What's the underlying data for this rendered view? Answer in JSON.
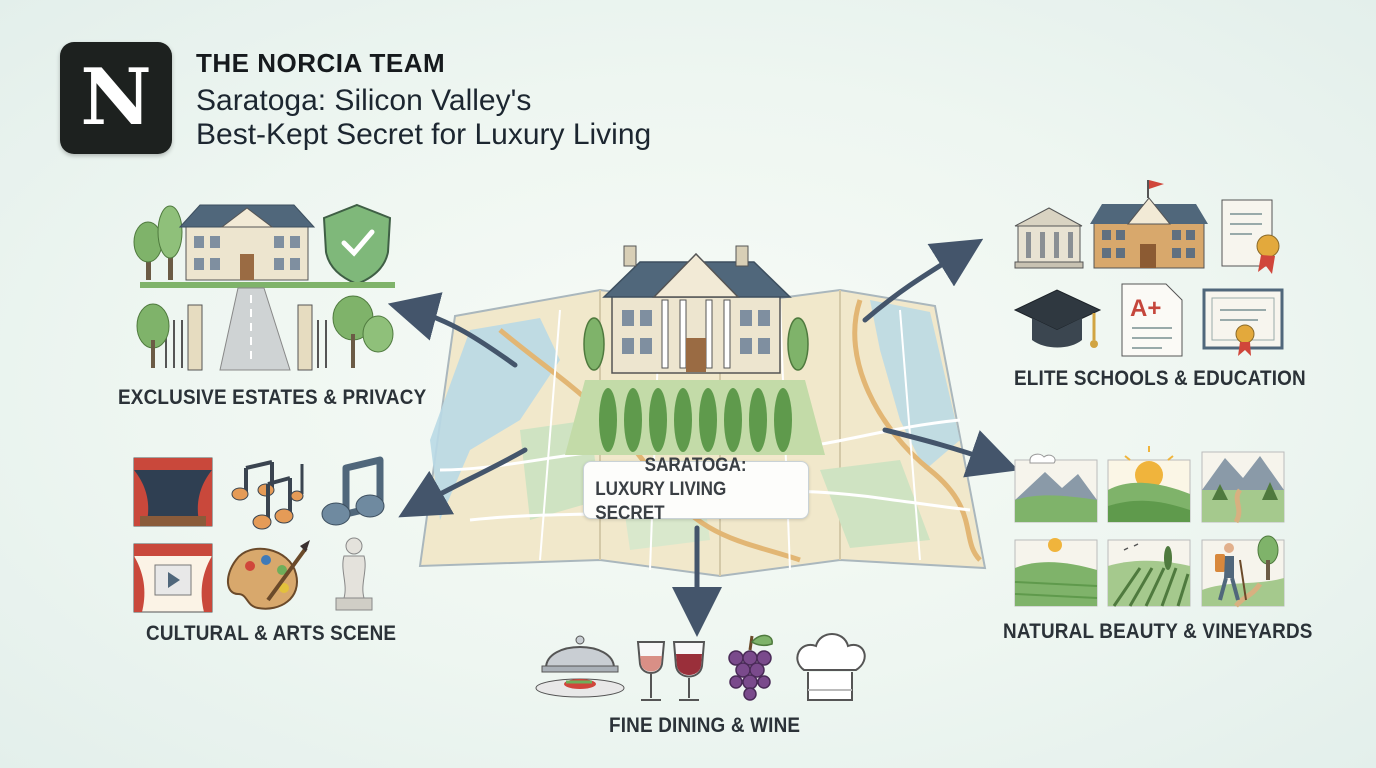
{
  "header": {
    "logo_letter": "N",
    "brand": "THE NORCIA TEAM",
    "title_line1": "Saratoga: Silicon Valley's",
    "title_line2": "Best-Kept Secret for Luxury Living"
  },
  "center": {
    "line1": "SARATOGA:",
    "line2": "LUXURY LIVING SECRET"
  },
  "categories": {
    "estates": "EXCLUSIVE ESTATES & PRIVACY",
    "schools": "ELITE SCHOOLS & EDUCATION",
    "culture": "CULTURAL & ARTS SCENE",
    "nature": "NATURAL BEAUTY & VINEYARDS",
    "dining": "FINE DINING & WINE"
  },
  "icons": {
    "school_badge": "A+"
  },
  "colors": {
    "map_land": "#f0e6c8",
    "map_water": "#b7d8e6",
    "map_park": "#cfe3c2",
    "arrow_fill": "#44556b",
    "tree_green": "#7fb36a",
    "building_cream": "#ece4cf",
    "roof_blue": "#4f6579",
    "curtain_red": "#c9483b"
  }
}
